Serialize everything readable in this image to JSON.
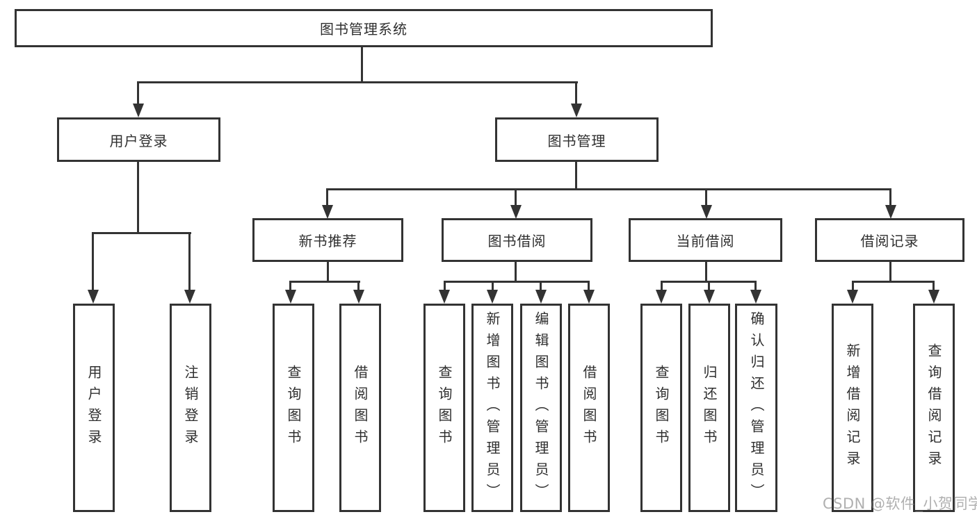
{
  "page": {
    "background": "#ffffff",
    "line_color": "#333333",
    "text_color": "#2f2f2f",
    "watermark_color": "#9a9a9a"
  },
  "nodes": {
    "root": "图书管理系统",
    "user_login_module": "用户登录",
    "book_management_module": "图书管理",
    "new_book_recommend": "新书推荐",
    "book_borrowing": "图书借阅",
    "current_borrowing": "当前借阅",
    "borrowing_records": "借阅记录",
    "leaf_user_login": "用户登录",
    "leaf_logout": "注销登录",
    "leaf_query_books_recommend": "查询图书",
    "leaf_borrow_books_recommend": "借阅图书",
    "leaf_query_books_borrowing": "查询图书",
    "leaf_add_books_admin": "新增图书（管理员）",
    "leaf_edit_books_admin": "编辑图书（管理员）",
    "leaf_borrow_books_borrowing": "借阅图书",
    "leaf_query_books_current": "查询图书",
    "leaf_return_books": "归还图书",
    "leaf_confirm_return_admin": "确认归还（管理员）",
    "leaf_add_borrow_record": "新增借阅记录",
    "leaf_query_borrow_record": "查询借阅记录"
  },
  "watermark": "CSDN @软件_小贺同学"
}
